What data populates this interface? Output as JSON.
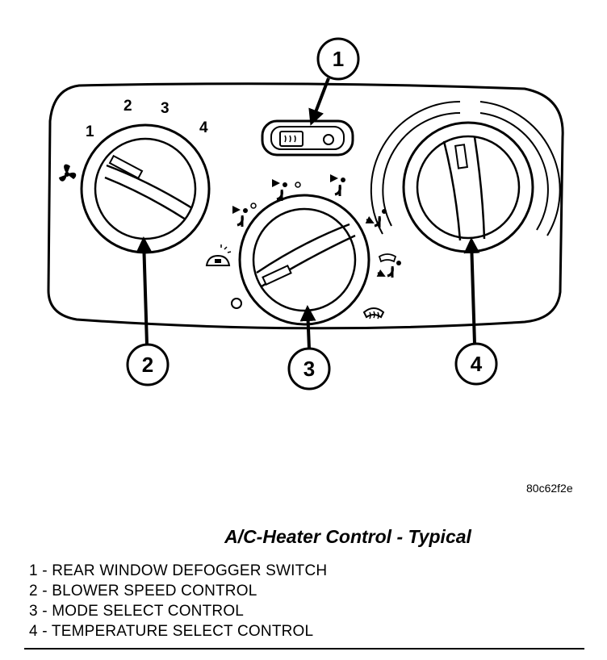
{
  "figure": {
    "code": "80c62f2e",
    "caption": "A/C-Heater Control - Typical",
    "speed_labels": [
      "1",
      "2",
      "3",
      "4"
    ],
    "callouts": [
      "1",
      "2",
      "3",
      "4"
    ],
    "icons": {
      "blower": "fan-icon",
      "mode": [
        "panel-vent-icon",
        "bilevel-icon",
        "floor-icon",
        "mix-icon",
        "defrost-icon",
        "recirculation-icon"
      ],
      "rear_defog": "rear-defogger-icon"
    }
  },
  "legend": [
    "1 - REAR WINDOW DEFOGGER SWITCH",
    "2 - BLOWER SPEED CONTROL",
    "3 - MODE SELECT CONTROL",
    "4 - TEMPERATURE SELECT CONTROL"
  ]
}
